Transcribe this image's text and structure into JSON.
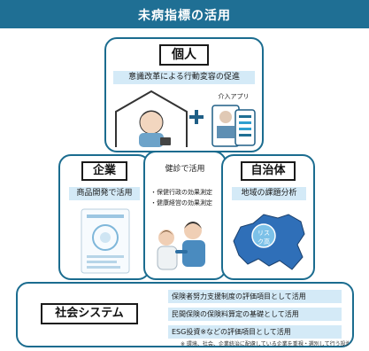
{
  "header": {
    "title": "未病指標の活用"
  },
  "individual": {
    "label": "個人",
    "subtitle": "意識改革による行動変容の促進",
    "app_label": "介入アプリ",
    "plus_icon": "plus-icon"
  },
  "company": {
    "label": "企業",
    "subtitle": "商品開発で活用"
  },
  "checkup": {
    "title": "健診で活用",
    "points": [
      "・保健行政の効果測定",
      "・健康経営の効果測定"
    ]
  },
  "local_gov": {
    "label": "自治体",
    "subtitle": "地域の課題分析",
    "map_badge_line1": "リス",
    "map_badge_line2": "ク高"
  },
  "social_system": {
    "label": "社会システム",
    "items": [
      "保険者努力支援制度の評価項目として活用",
      "民間保険の保険料算定の基礎として活用",
      "ESG投資※などの評価項目として活用"
    ],
    "footnote": "※ 環境、社会、企業統治に配慮している企業を重視・選別して行う投資"
  },
  "colors": {
    "accent": "#1f6f94",
    "border": "#1b6c8f",
    "band": "#d4eaf7",
    "map_fill": "#2f6fb8"
  }
}
